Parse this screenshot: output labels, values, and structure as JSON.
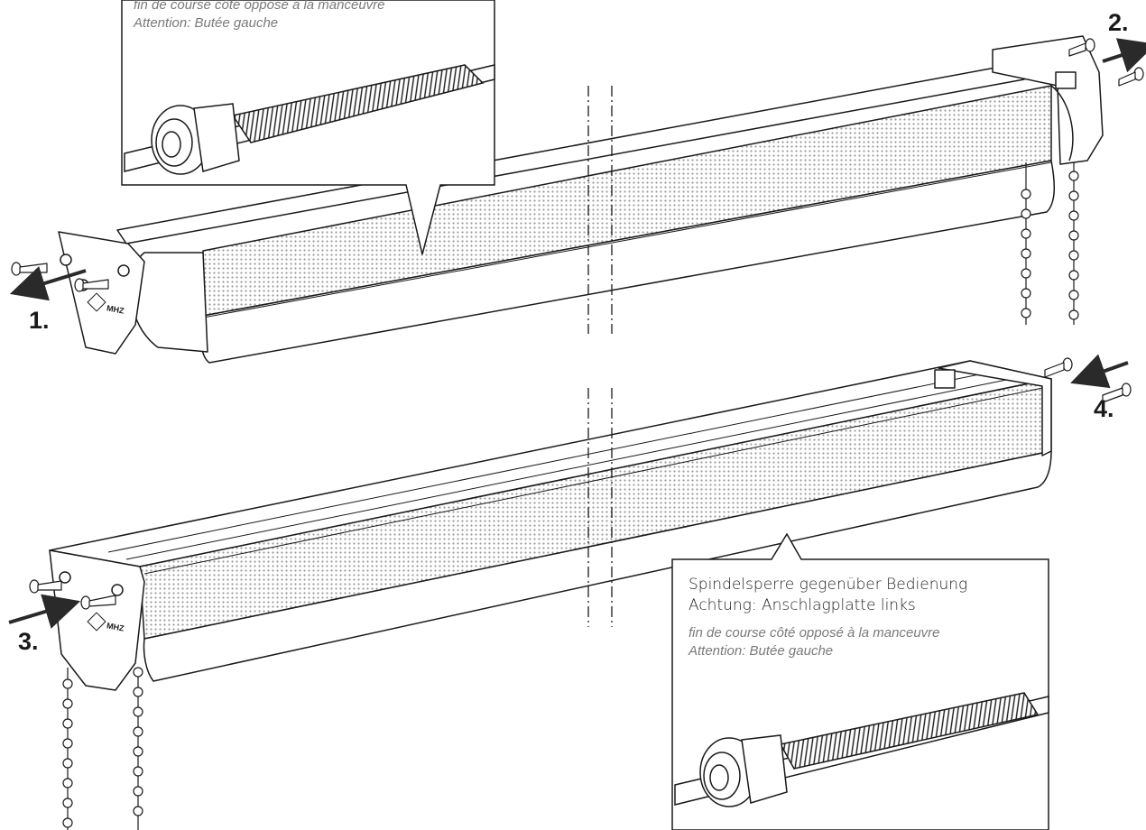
{
  "steps": {
    "s1": "1.",
    "s2": "2.",
    "s3": "3.",
    "s4": "4."
  },
  "stamp_text": "MHZ",
  "callout_top": {
    "fr_line1": "fin de course côté opposé à la manceuvre",
    "fr_line2": "Attention: Butée gauche"
  },
  "callout_bottom": {
    "de_line1": "Spindelsperre gegenüber Bedienung",
    "de_line2": "Achtung: Anschlagplatte links",
    "fr_line1": "fin de course côté opposé à la manceuvre",
    "fr_line2": "Attention: Butée gauche"
  },
  "colors": {
    "stroke": "#1a1a1a",
    "fabric_dot": "#9a9a9a",
    "arrow": "#2a2a2a",
    "callout_fr": "#7a7a7a"
  }
}
